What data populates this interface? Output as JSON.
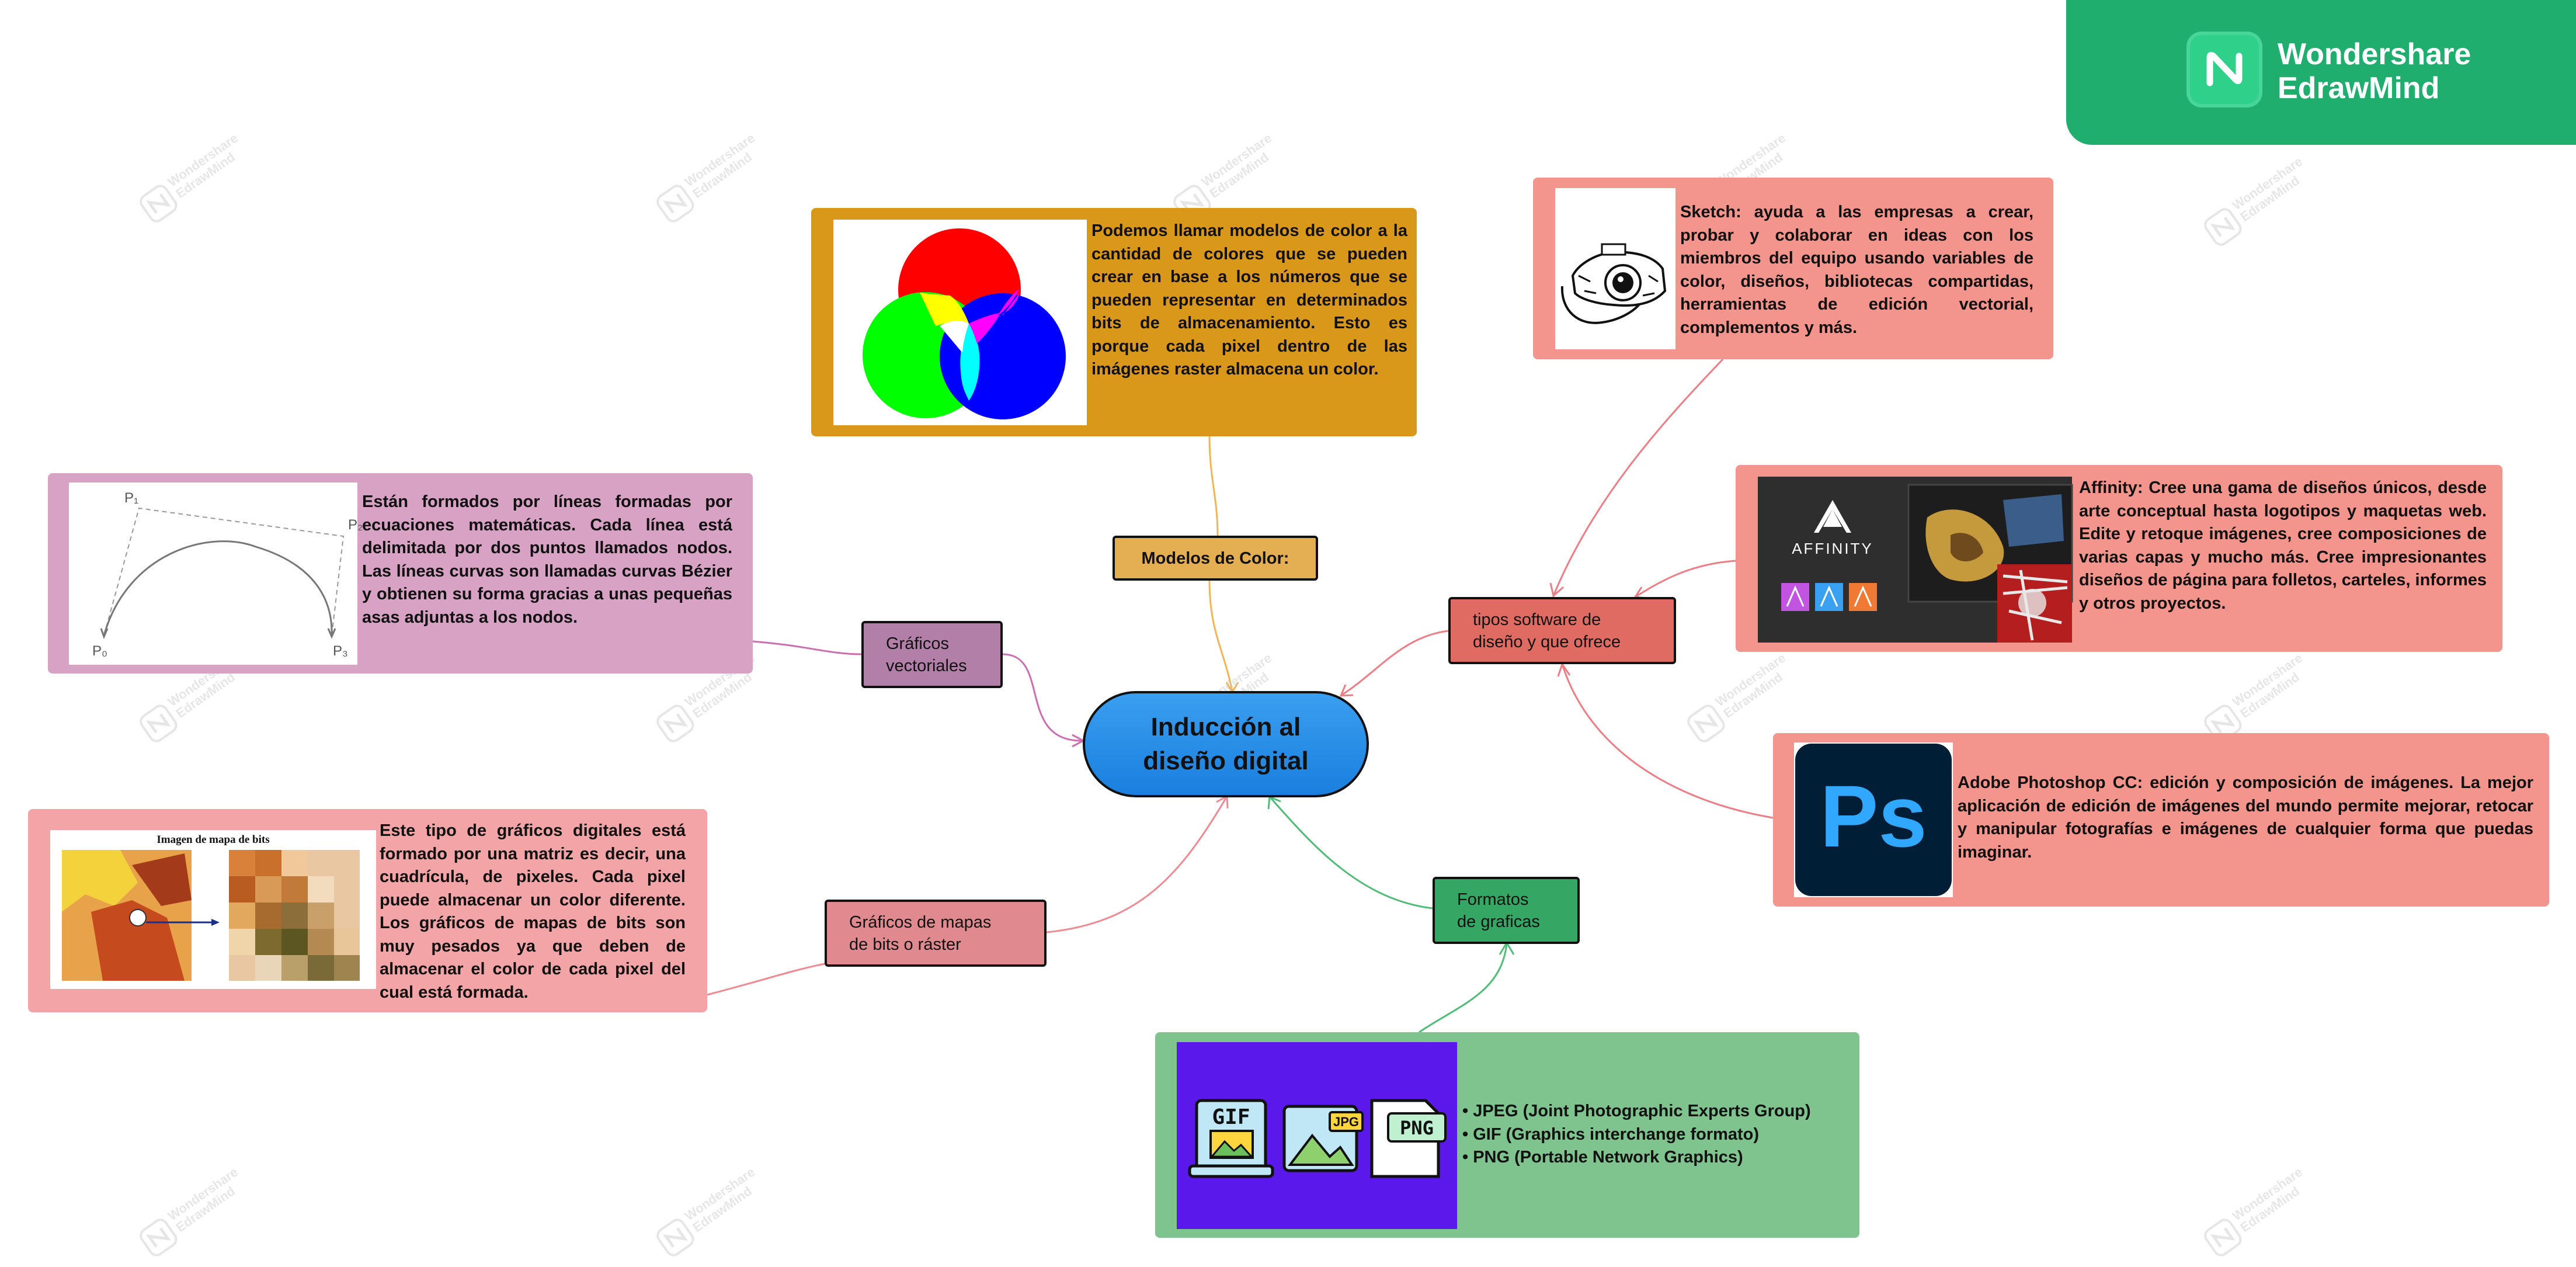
{
  "brand": {
    "line1": "Wondershare",
    "line2": "EdrawMind",
    "color": "#1fae6e"
  },
  "watermark": {
    "line1": "Wondershare",
    "line2": "EdrawMind"
  },
  "central": {
    "text": "Inducción al diseño digital",
    "color": "#1a7fde"
  },
  "branches": {
    "color_models": {
      "label": "Modelos de Color:"
    },
    "vector": {
      "label_line1": "Gráficos",
      "label_line2": "vectoriales"
    },
    "raster": {
      "label_line1": "Gráficos de mapas",
      "label_line2": "de bits o ráster"
    },
    "formats": {
      "label_line1": "Formatos",
      "label_line2": "de graficas"
    },
    "software": {
      "label_line1": "tipos software de",
      "label_line2": "diseño y que ofrece"
    }
  },
  "panels": {
    "color_models": {
      "text": "Podemos llamar modelos de color a la cantidad de colores que se pueden crear en base a los números que se pueden representar en determinados bits de almacenamiento. Esto es porque cada pixel dentro de las imágenes raster almacena un color.",
      "image": "rgb-venn-diagram"
    },
    "vector": {
      "text": "Están formados por líneas formadas por ecuaciones matemáticas. Cada línea está delimitada por dos puntos llamados nodos. Las líneas curvas son llamadas curvas Bézier y obtienen su forma gracias a unas pequeñas asas adjuntas a los nodos.",
      "image": "bezier-curve-diagram",
      "point_labels": [
        "P₁",
        "P₂",
        "P₀",
        "P₃"
      ]
    },
    "raster": {
      "text": "Este tipo de gráficos digitales está formado por una matriz es decir, una cuadrícula, de pixeles. Cada pixel puede almacenar un color diferente. Los gráficos de mapas de bits son muy pesados ya que deben de almacenar el color de cada pixel del cual está formada.",
      "image_caption": "Imagen de mapa de bits",
      "image": "bitmap-zoom-illustration"
    },
    "formats": {
      "items": [
        "• JPEG (Joint Photographic Experts Group)",
        "• GIF (Graphics interchange formato)",
        "• PNG (Portable Network Graphics)"
      ],
      "image": "file-format-icons",
      "icon_labels": [
        "GIF",
        "JPG",
        "PNG"
      ]
    },
    "sketch": {
      "text": "Sketch: ayuda a las empresas a crear, probar y colaborar en ideas con los miembros del equipo usando variables de color, diseños, bibliotecas compartidas, herramientas de edición vectorial, complementos y más.",
      "image": "camera-sketch-icon"
    },
    "affinity": {
      "text": "Affinity: Cree una gama de diseños únicos, desde arte conceptual hasta logotipos y maquetas web. Edite y retoque imágenes, cree composiciones de varias capas y mucho más. Cree impresionantes diseños de página para folletos, carteles, informes y otros proyectos.",
      "image": "affinity-suite-banner",
      "logo_text": "AFFINITY"
    },
    "photoshop": {
      "text": "Adobe Photoshop CC: edición y composición de imágenes. La mejor aplicación de edición de imágenes del mundo permite mejorar, retocar y manipular fotografías e imágenes de cualquier forma que puedas imaginar.",
      "image": "photoshop-logo",
      "logo_text": "Ps"
    }
  },
  "colors": {
    "color_branch": "#d9981a",
    "vector_branch": "#d8a2c4",
    "raster_branch": "#f3a4a6",
    "formats_branch": "#7fc48e",
    "software_branch": "#f3958c"
  }
}
